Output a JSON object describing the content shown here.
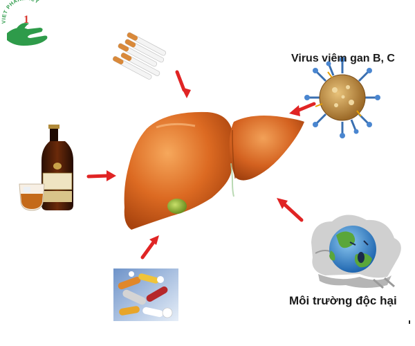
{
  "logo": {
    "brand_text": "VIET PHARMACY",
    "colors": {
      "green": "#2e9b4a",
      "red": "#d8362e"
    }
  },
  "labels": {
    "virus": "Virus viêm gan B, C",
    "environment": "Môi trường độc hại"
  },
  "colors": {
    "arrow": "#e02424",
    "liver": "#d9661f",
    "liver_highlight": "#f5a25a",
    "gallbladder": "#8fb82c",
    "virus_body": "#c99a4a",
    "virus_spike": "#3a6fb0",
    "earth_water": "#3d8fd6",
    "earth_land": "#5aa63a"
  },
  "icons": [
    "cigarettes-icon",
    "cognac-bottle-icon",
    "pills-icon",
    "virus-icon",
    "polluted-earth-icon",
    "liver-icon"
  ]
}
